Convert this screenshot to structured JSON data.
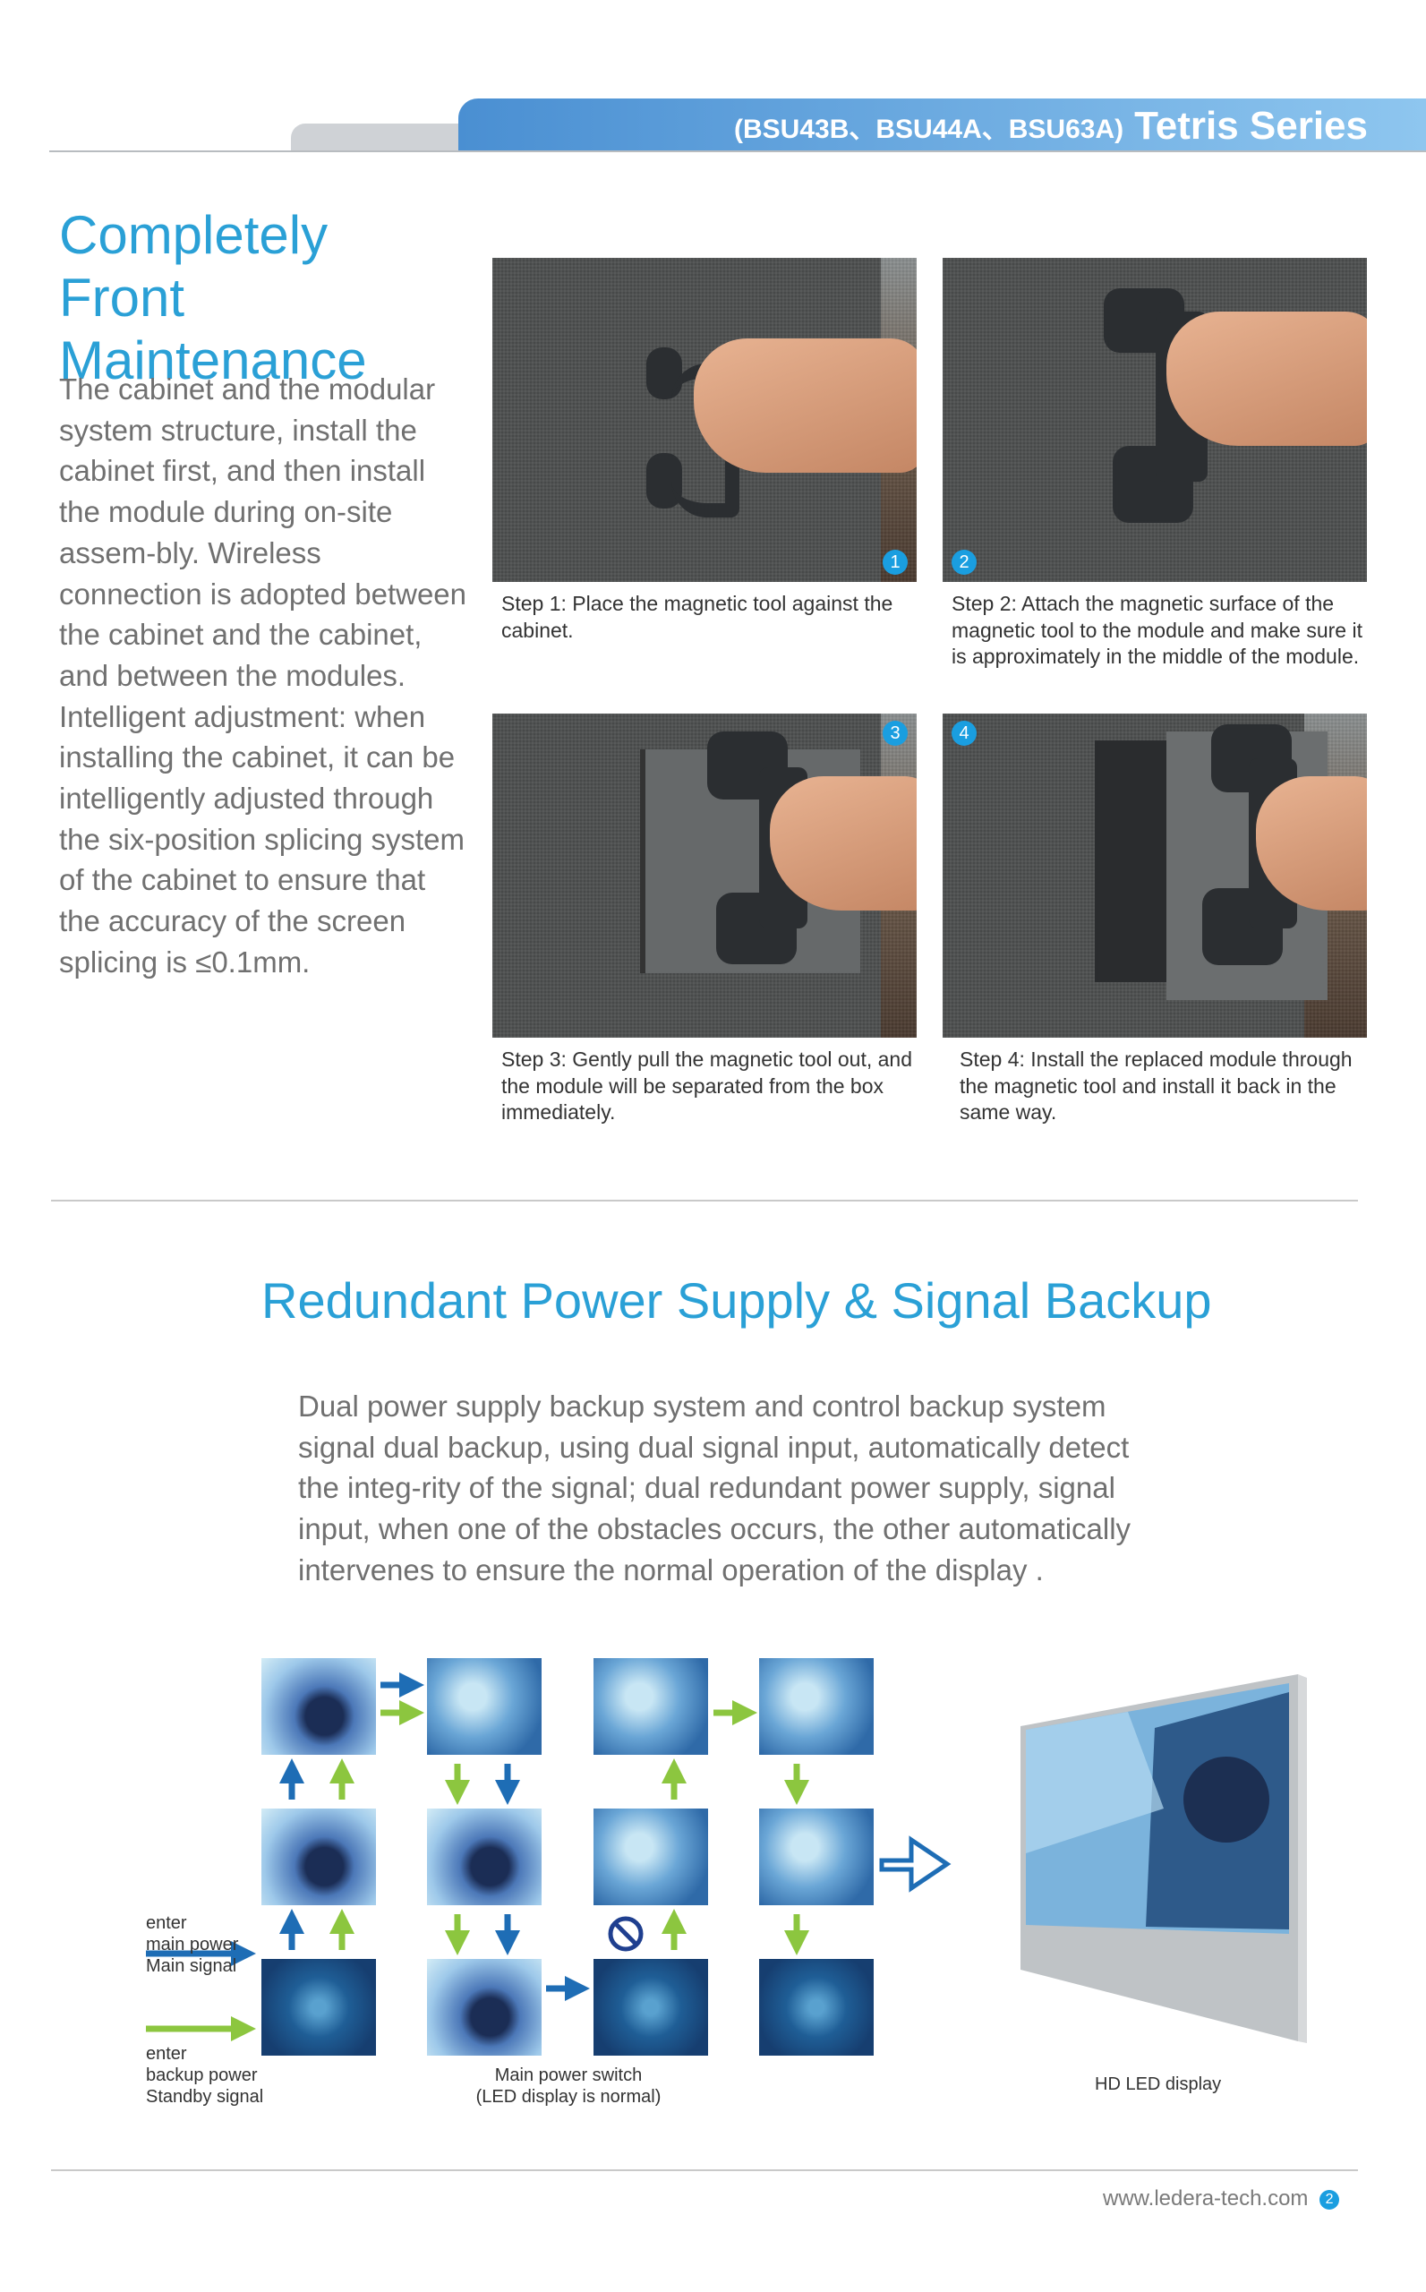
{
  "header": {
    "models": "(BSU43B、BSU44A、BSU63A)",
    "series": "Tetris Series"
  },
  "section1": {
    "title": "Completely Front Maintenance",
    "paragraph1": "The cabinet and the modular system structure, install the cabinet first, and then install the module during on-site assem-bly. Wireless connection is adopted between the cabinet and the cabinet, and between the modules.",
    "paragraph2": "Intelligent adjustment: when installing the cabinet, it can be intelligently adjusted through the six-position splicing system of the cabinet to ensure that the accuracy of the screen splicing is ≤0.1mm."
  },
  "steps": [
    {
      "badge": "1",
      "label": "Step 1:",
      "text": "Place the magnetic tool against the cabinet."
    },
    {
      "badge": "2",
      "label": "Step 2:",
      "text": "Attach the magnetic surface of the magnetic tool to the module and make sure it is approximately in the middle of the module."
    },
    {
      "badge": "3",
      "label": "Step 3:",
      "text": "Gently pull the magnetic tool out, and the module will be separated from the box immediately."
    },
    {
      "badge": "4",
      "label": "Step 4:",
      "text": "Install the replaced module through the magnetic tool and install it back in the same way."
    }
  ],
  "section2": {
    "title": "Redundant Power Supply & Signal Backup",
    "paragraph": "Dual power supply backup system and control backup system signal dual backup, using dual signal input, automatically detect the integ-rity of the signal; dual redundant power supply, signal input, when one of the obstacles occurs, the other automatically intervenes to ensure the normal operation of the display ."
  },
  "diagram": {
    "main_input": [
      "enter",
      "main power",
      "Main signal"
    ],
    "backup_input": [
      "enter",
      "backup power",
      "Standby signal"
    ],
    "switch_caption": [
      "Main power switch",
      "(LED display is normal)"
    ],
    "display_caption": "HD LED display",
    "colors": {
      "main": "#1e6db5",
      "backup": "#8cc63f",
      "block": "#1f3f8f"
    }
  },
  "footer": {
    "url": "www.ledera-tech.com",
    "page": "2"
  }
}
